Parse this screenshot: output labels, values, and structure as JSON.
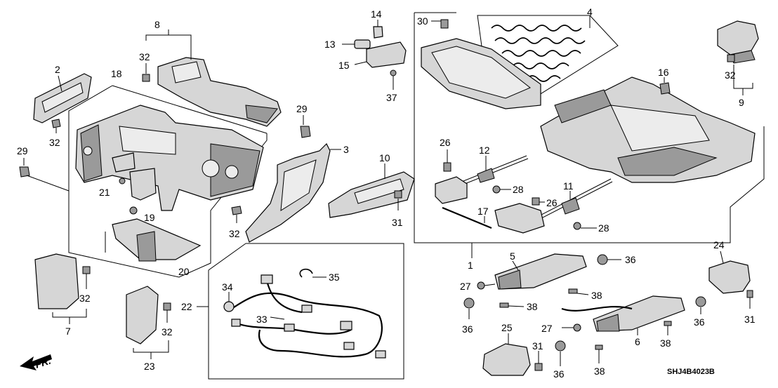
{
  "diagram": {
    "drawing_code": "SHJ4B4023B",
    "direction_label": "FR.",
    "callouts": [
      "1",
      "2",
      "3",
      "4",
      "5",
      "6",
      "7",
      "8",
      "9",
      "10",
      "11",
      "12",
      "13",
      "14",
      "15",
      "16",
      "17",
      "18",
      "19",
      "20",
      "21",
      "22",
      "23",
      "24",
      "25",
      "26",
      "27",
      "28",
      "29",
      "30",
      "31",
      "32",
      "33",
      "34",
      "35",
      "36",
      "37",
      "38"
    ]
  }
}
